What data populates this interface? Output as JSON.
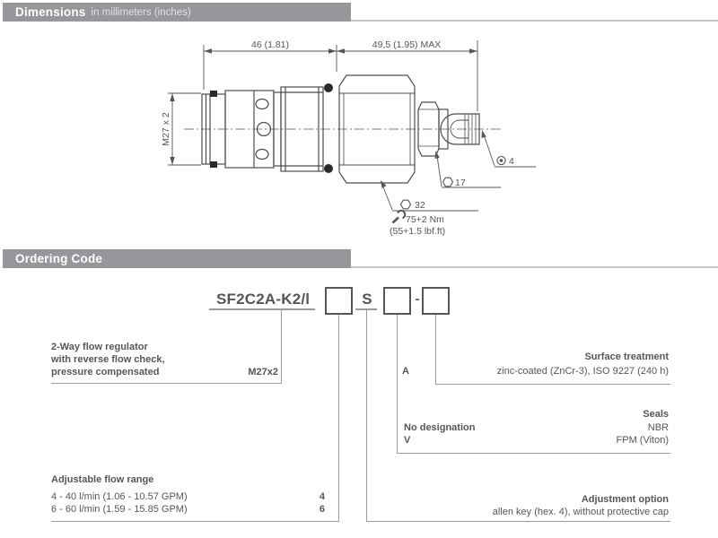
{
  "bars": {
    "dimensions": {
      "title": "Dimensions",
      "subtitle": "in millimeters (inches)"
    },
    "ordering": {
      "title": "Ordering Code"
    }
  },
  "drawing": {
    "dim_left": "46 (1.81)",
    "dim_right": "49,5 (1.95) MAX",
    "thread": "M27 x 2",
    "hex_body": "32",
    "hex_adjust": "17",
    "allen_size": "4",
    "torque_nm": "75+2 Nm",
    "torque_lbf": "(55+1.5 lbf.ft)"
  },
  "ordering": {
    "code": "SF2C2A-K2/l",
    "code_s": "S",
    "dash": "-",
    "model": {
      "rows": [
        {
          "label": "2-Way flow regulator"
        },
        {
          "label": "with reverse flow check,"
        },
        {
          "label": "pressure compensated",
          "value": "M27x2"
        }
      ]
    },
    "flow": {
      "title": "Adjustable flow range",
      "rows": [
        {
          "label": "4 - 40 l/min (1.06 - 10.57 GPM)",
          "value": "4"
        },
        {
          "label": "6 - 60 l/min (1.59 - 15.85 GPM)",
          "value": "6"
        }
      ]
    },
    "adjustment": {
      "title": "Adjustment option",
      "desc": "allen key (hex. 4), without protective cap"
    },
    "seals": {
      "title": "Seals",
      "rows": [
        {
          "label": "No designation",
          "value": "NBR"
        },
        {
          "label": "V",
          "value": "FPM (Viton)"
        }
      ]
    },
    "surface": {
      "title": "Surface treatment",
      "rows": [
        {
          "label": "A",
          "value": "zinc-coated (ZnCr-3), ISO 9227 (240 h)"
        }
      ]
    }
  }
}
